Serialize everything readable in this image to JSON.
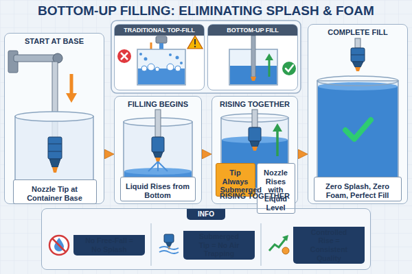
{
  "diagram": {
    "title": "BOTTOM-UP FILLING: ELIMINATING SPLASH & FOAM",
    "nodes": [
      {
        "text": [
          "START AT BASE"
        ]
      },
      {
        "text": [
          "Nozzle Tip at Container Base"
        ],
        "in": 0
      },
      {
        "text": [
          "TRADITIONAL TOP-FILL"
        ]
      },
      {
        "text": [
          "BOTTOM-UP FILL"
        ]
      },
      {
        "text": [
          "FILLING BEGINS"
        ]
      },
      {
        "text": [
          "Liquid Rises from Bottom"
        ],
        "in": 4
      },
      {
        "text": [
          "RISING TOGETHER",
          "RISING TOGETHER"
        ]
      },
      {
        "text": [
          "Tip Always Submerged"
        ],
        "in": 6
      },
      {
        "text": [
          "Nozzle Rises with Liquid Level"
        ],
        "in": 6
      },
      {
        "text": [
          "COMPLETE FILL"
        ]
      },
      {
        "text": [
          "Zero Splash, Zero Foam, Perfect Fill"
        ],
        "in": 9
      },
      {
        "text": [
          "INFO"
        ]
      },
      {
        "text": [
          "No Free-Fall = No Splash"
        ],
        "in": 11
      },
      {
        "text": [
          "Submerged Tip = No Air Trapping"
        ],
        "in": 11
      },
      {
        "text": [
          "Controlled Rise = Consistent Quality"
        ],
        "in": 11
      }
    ],
    "edges": [
      {
        "from": 0,
        "to": 4,
        "arrow": "to"
      },
      {
        "from": 4,
        "to": 6,
        "arrow": "to"
      },
      {
        "from": 6,
        "to": 9,
        "arrow": "to"
      }
    ]
  }
}
